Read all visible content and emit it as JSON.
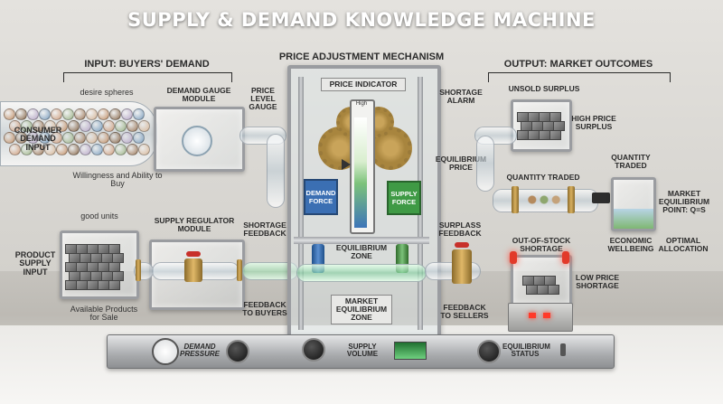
{
  "title": "SUPPLY & DEMAND KNOWLEDGE MACHINE",
  "sections": {
    "input": "INPUT: BUYERS' DEMAND",
    "center": "PRICE ADJUSTMENT MECHANISM",
    "output": "OUTPUT: MARKET OUTCOMES"
  },
  "left_labels": {
    "desire_spheres": "desire spheres",
    "consumer_demand_input": "CONSUMER DEMAND INPUT",
    "willingness": "Willingness and Ability to Buy",
    "good_units": "good units",
    "product_supply_input": "PRODUCT SUPPLY INPUT",
    "available_products": "Available Products for Sale"
  },
  "modules": {
    "demand_gauge": "DEMAND GAUGE MODULE",
    "price_level_gauge": "PRICE LEVEL GAUGE",
    "supply_regulator": "SUPPLY REGULATOR MODULE",
    "shortage_feedback": "SHORTAGE FEEDBACK",
    "feedback_to_buyers": "FEEDBACK TO BUYERS"
  },
  "center": {
    "price_indicator": "PRICE INDICATOR",
    "gauge_top": "High",
    "demand_force": "DEMAND FORCE",
    "supply_force": "SUPPLY FORCE",
    "equilibrium_zone": "EQUILIBRIUM ZONE",
    "market_equilibrium_zone": "MARKET EQUILIBRIUM ZONE",
    "equilibrium_price": "EQUILIBRIUM PRICE"
  },
  "right_labels": {
    "shortage_alarm": "SHORTAGE ALARM",
    "unsold_surplus": "UNSOLD SURPLUS",
    "high_price_surplus": "HIGH PRICE SURPLUS",
    "quantity_traded": "QUANTITY TRADED",
    "quantity_traded_2": "QUANTITY TRADED",
    "market_equilibrium_point": "MARKET EQUILIBRIUM POINT: Q=S",
    "surplass_feedback": "SURPLASS FEEDBACK",
    "out_of_stock": "OUT-OF-STOCK SHORTAGE",
    "economic_wellbeing": "ECONOMIC WELLBEING",
    "optimal_allocation": "OPTIMAL ALLOCATION",
    "low_price_shortage": "LOW PRICE SHORTAGE",
    "feedback_to_sellers": "FEEDBACK TO SELLERS"
  },
  "control_panel": {
    "demand_pressure": "DEMAND PRESSURE",
    "supply_volume": "SUPPLY VOLUME",
    "equilibrium_status": "EQUILIBRIUM STATUS"
  },
  "colors": {
    "demand_force": "#3b6fb3",
    "supply_force": "#3f9a45",
    "alarm_red": "#e23a2a",
    "brass": "#c8a050",
    "title_text": "#ffffff"
  }
}
